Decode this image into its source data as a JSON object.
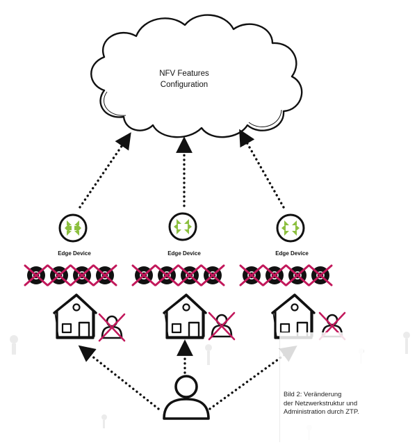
{
  "cloud": {
    "line1": "NFV Features",
    "line2": "Configuration"
  },
  "edge_devices": [
    {
      "label": "Edge Device"
    },
    {
      "label": "Edge Device"
    },
    {
      "label": "Edge Device"
    }
  ],
  "caption": {
    "line1": "Bild 2: Veränderung",
    "line2": "der Netzwerkstruktur und",
    "line3": "Administration durch ZTP."
  },
  "colors": {
    "accent_green": "#8cbf3f",
    "cross_red": "#c2185b",
    "ink": "#111111"
  },
  "icons": [
    "cloud-icon",
    "edge-device-icon",
    "crossed-disc-icon",
    "house-icon",
    "crossed-person-icon",
    "admin-person-icon"
  ]
}
